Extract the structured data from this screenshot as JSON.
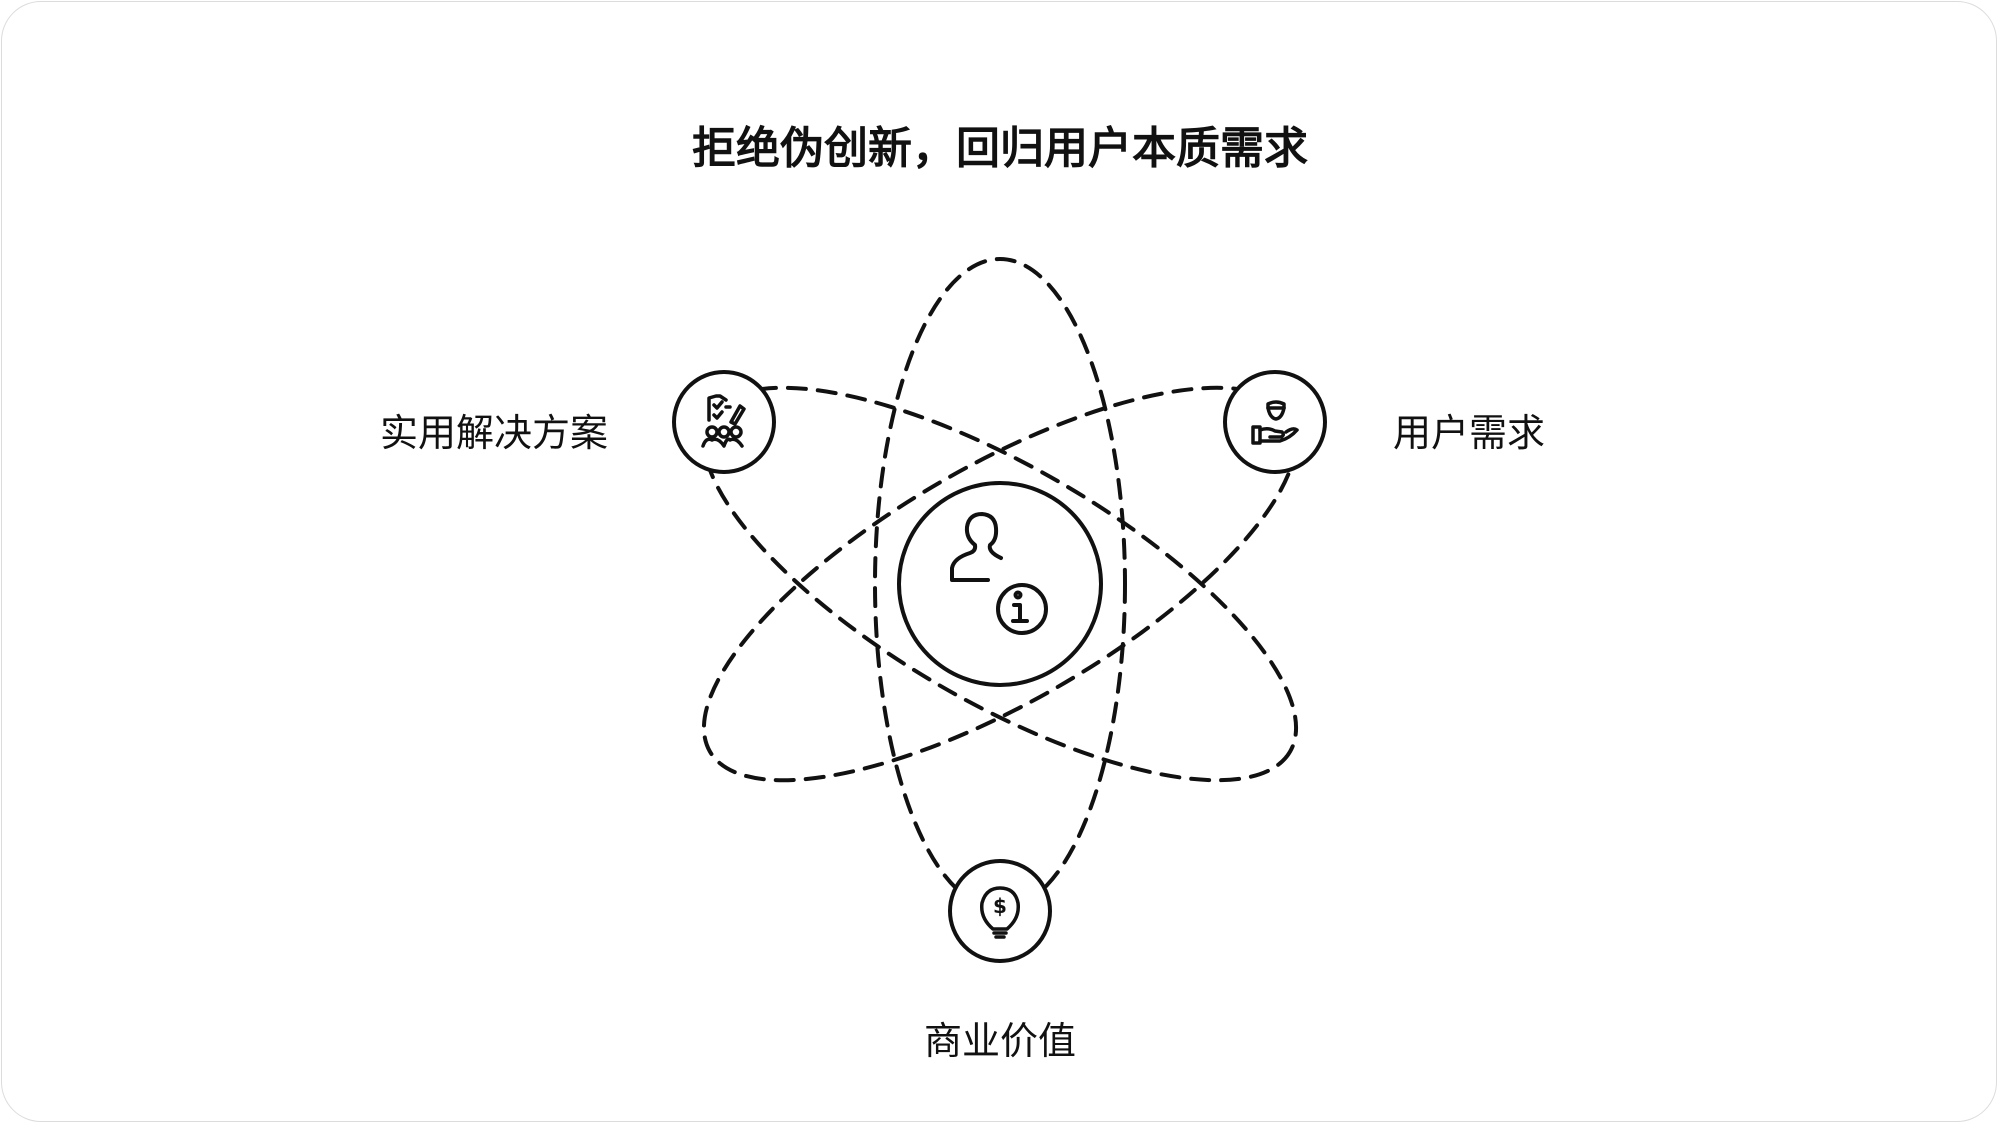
{
  "title": "拒绝伪创新，回归用户本质需求",
  "nodes": {
    "center": {
      "icon": "user-info-icon"
    },
    "solutions": {
      "label": "实用解决方案",
      "icon": "checklist-team-icon"
    },
    "needs": {
      "label": "用户需求",
      "icon": "hand-bowl-icon"
    },
    "value": {
      "label": "商业价值",
      "icon": "dollar-lightbulb-icon"
    }
  },
  "colors": {
    "stroke": "#111111",
    "background": "#ffffff"
  }
}
